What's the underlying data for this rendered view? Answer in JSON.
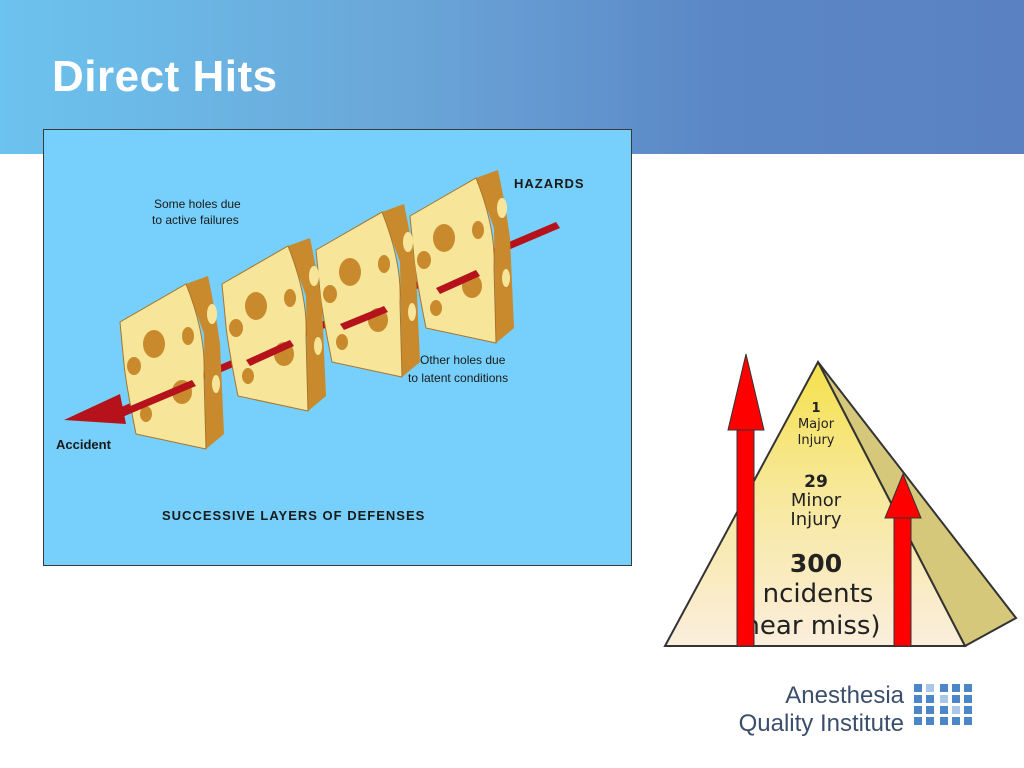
{
  "slide": {
    "title": "Direct Hits"
  },
  "swiss_cheese": {
    "hazards_label": "HAZARDS",
    "active_failures_line1": "Some holes due",
    "active_failures_line2": "to active failures",
    "latent_conditions_line1": "Other holes due",
    "latent_conditions_line2": "to latent conditions",
    "accident_label": "Accident",
    "caption": "SUCCESSIVE LAYERS OF DEFENSES"
  },
  "pyramid": {
    "tier1_number": "1",
    "tier1_line1": "Major",
    "tier1_line2": "Injury",
    "tier2_number": "29",
    "tier2_line1": "Minor",
    "tier2_line2": "Injury",
    "tier3_number": "300",
    "tier3_line1": "ncidents",
    "tier3_line2": "near miss)"
  },
  "logo": {
    "line1": "Anesthesia",
    "line2": "Quality Institute"
  },
  "colors": {
    "header_start": "#6cc3ee",
    "header_end": "#5a82c3",
    "panel_bg": "#76d0fb",
    "cheese_face": "#f7e69a",
    "cheese_side": "#c88a2c",
    "arrow_red": "#b5121b",
    "pyramid_arrow": "#ff0000"
  }
}
